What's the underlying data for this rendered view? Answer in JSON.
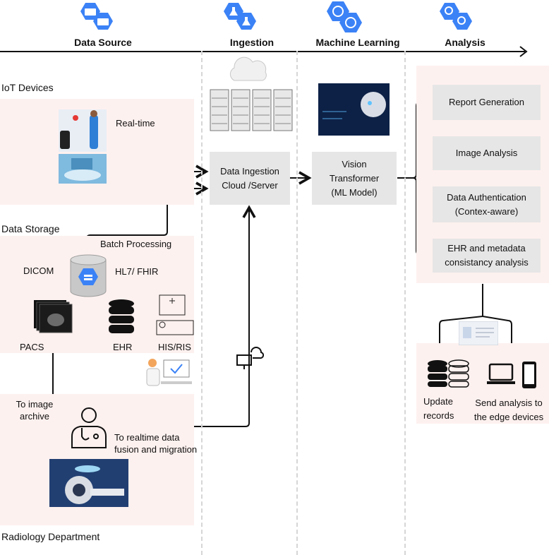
{
  "stages": {
    "data_source": "Data Source",
    "ingestion": "Ingestion",
    "machine_learning": "Machine Learning",
    "analysis": "Analysis"
  },
  "zones": {
    "iot_devices": "IoT Devices",
    "data_storage": "Data Storage",
    "radiology_department": "Radiology Department"
  },
  "labels": {
    "real_time": "Real-time",
    "batch_processing": "Batch Processing",
    "dicom": "DICOM",
    "hl7_fhir": "HL7/ FHIR",
    "pacs": "PACS",
    "ehr": "EHR",
    "his_ris": "HIS/RIS",
    "to_image_archive_1": "To image",
    "to_image_archive_2": "archive",
    "to_realtime_1": "To realtime data",
    "to_realtime_2": "fusion and migration",
    "update_records_1": "Update",
    "update_records_2": "records",
    "send_analysis_1": "Send analysis to",
    "send_analysis_2": "the edge devices"
  },
  "boxes": {
    "ingestion_1": "Data Ingestion",
    "ingestion_2": "Cloud /Server",
    "ml_1": "Vision",
    "ml_2": "Transformer",
    "ml_3": "(ML Model)",
    "report_generation": "Report Generation",
    "image_analysis": "Image Analysis",
    "data_auth_1": "Data Authentication",
    "data_auth_2": "(Contex-aware)",
    "ehr_meta_1": "EHR and metadata",
    "ehr_meta_2": "consistancy analysis"
  },
  "colors": {
    "accent_blue": "#3b82f6",
    "zone_pink": "#fdf1ef",
    "box_gray": "#e6e6e6",
    "dash_gray": "#d6d6d6"
  }
}
